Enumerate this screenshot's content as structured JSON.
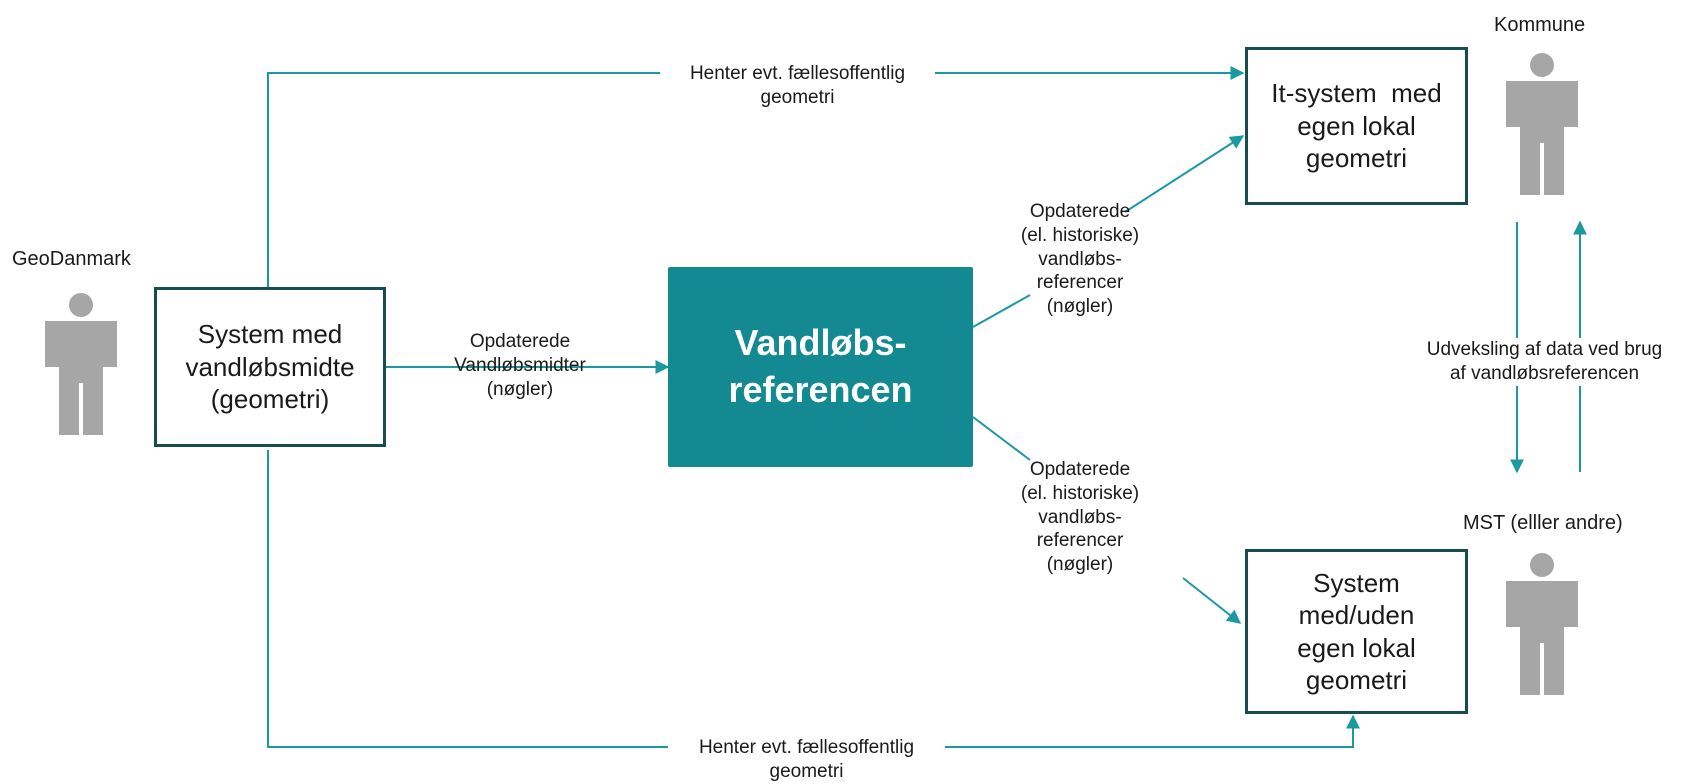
{
  "colors": {
    "line": "#1a9aa0",
    "box_border": "#174d4d",
    "center_fill": "#138a92",
    "person": "#a6a6a6"
  },
  "actors": {
    "geodanmark": "GeoDanmark",
    "kommune": "Kommune",
    "mst": "MST (elller andre)"
  },
  "boxes": {
    "system_vandlobsmidte": [
      "System med",
      "vandløbsmidte",
      "(geometri)"
    ],
    "vandlobsreferencen": [
      "Vandløbs-",
      "referencen"
    ],
    "it_system": [
      "It-system  med",
      "egen lokal",
      "geometri"
    ],
    "system_med_uden": [
      "System",
      "med/uden",
      "egen lokal",
      "geometri"
    ]
  },
  "labels": {
    "henter_top": [
      "Henter evt. fællesoffentlig",
      "geometri"
    ],
    "henter_bottom": [
      "Henter evt. fællesoffentlig",
      "geometri"
    ],
    "opdaterede_midter": [
      "Opdaterede",
      "Vandløbsmidter",
      "(nøgler)"
    ],
    "opdaterede_upper": [
      "Opdaterede",
      "(el. historiske)",
      "vandløbs-",
      "referencer",
      "(nøgler)"
    ],
    "opdaterede_lower": [
      "Opdaterede",
      "(el. historiske)",
      "vandløbs-",
      "referencer",
      "(nøgler)"
    ],
    "udveksling": [
      "Udveksling af data ved brug",
      "af vandløbsreferencen"
    ]
  }
}
